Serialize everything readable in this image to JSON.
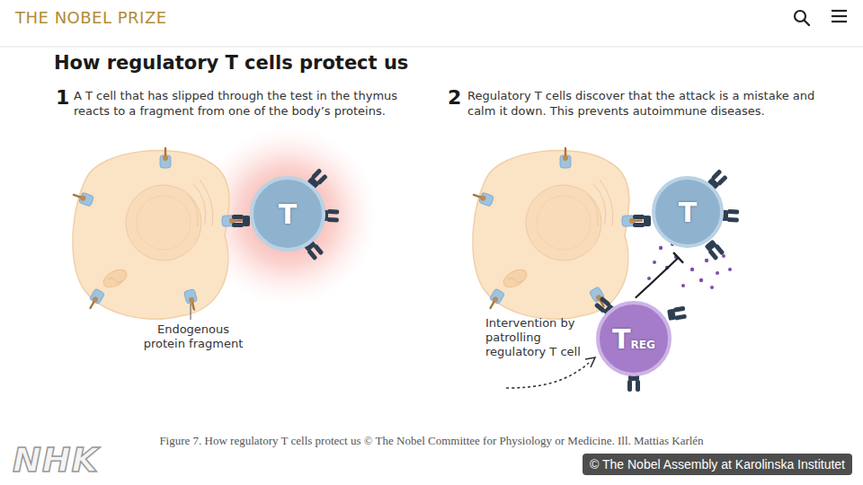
{
  "diagram": {
    "title": "How regulatory T cells protect us",
    "caption": "Figure 7. How regulatory T cells protect us © The Nobel Committee for Physiology or Medicine. Ill. Mattias Karlén",
    "nodes": [
      {
        "text": [
          "T"
        ]
      },
      {
        "text": [
          "T"
        ]
      },
      {
        "text": [
          "T",
          "REG"
        ]
      }
    ],
    "edges": [
      {
        "from": 2,
        "to": 1,
        "arrow": "to"
      }
    ],
    "labels": [
      "THE NOBEL PRIZE",
      "1",
      "A T cell that has slipped through the test in the thymus reacts to a fragment from one of the body’s proteins.",
      "2",
      "Regulatory T cells discover that the attack is a mistake and calm it down. This prevents autoimmune diseases.",
      "Endogenous protein fragment",
      "Intervention by patrolling regulatory T cell",
      "NHK",
      "© The Nobel Assembly at Karolinska Institutet"
    ]
  }
}
